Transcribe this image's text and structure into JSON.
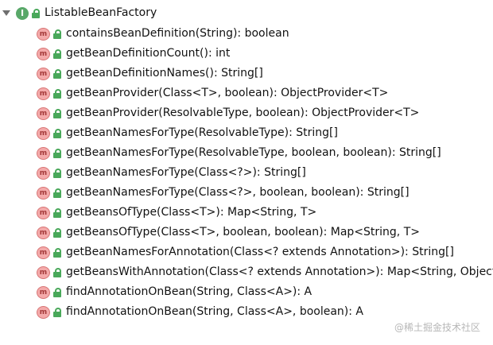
{
  "tree": {
    "root": {
      "label": "ListableBeanFactory",
      "type_icon_text": "I",
      "type_icon": "interface-icon",
      "visibility_icon": "public-lock-icon"
    },
    "methods": [
      {
        "label": "containsBeanDefinition(String): boolean"
      },
      {
        "label": "getBeanDefinitionCount(): int"
      },
      {
        "label": "getBeanDefinitionNames(): String[]"
      },
      {
        "label": "getBeanProvider(Class<T>, boolean): ObjectProvider<T>"
      },
      {
        "label": "getBeanProvider(ResolvableType, boolean): ObjectProvider<T>"
      },
      {
        "label": "getBeanNamesForType(ResolvableType): String[]"
      },
      {
        "label": "getBeanNamesForType(ResolvableType, boolean, boolean): String[]"
      },
      {
        "label": "getBeanNamesForType(Class<?>): String[]"
      },
      {
        "label": "getBeanNamesForType(Class<?>, boolean, boolean): String[]"
      },
      {
        "label": "getBeansOfType(Class<T>): Map<String, T>"
      },
      {
        "label": "getBeansOfType(Class<T>, boolean, boolean): Map<String, T>"
      },
      {
        "label": "getBeanNamesForAnnotation(Class<? extends Annotation>): String[]"
      },
      {
        "label": "getBeansWithAnnotation(Class<? extends Annotation>): Map<String, Object>"
      },
      {
        "label": "findAnnotationOnBean(String, Class<A>): A"
      },
      {
        "label": "findAnnotationOnBean(String, Class<A>, boolean): A"
      }
    ],
    "method_icon_text": "m"
  },
  "watermark": {
    "icon": "at-icon",
    "text": "@稀土掘金技术社区"
  },
  "colors": {
    "interface_green": "#59a869",
    "lock_green": "#49a85a",
    "method_pink": "#f4aaaa",
    "watermark_gray": "#b7b7b7"
  }
}
